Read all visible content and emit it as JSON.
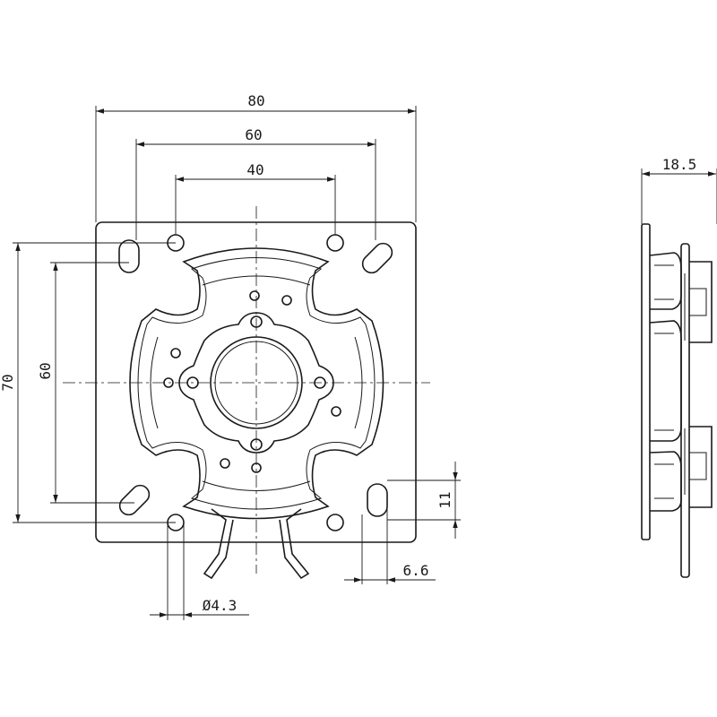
{
  "dimensions": {
    "width_overall": "80",
    "slot_spacing": "60",
    "hole_spacing": "40",
    "height_overall": "70",
    "slot_height_spacing": "60",
    "slot_offset": "11",
    "slot_width": "6.6",
    "hole_diameter": "Ø4.3",
    "side_depth": "18.5"
  }
}
